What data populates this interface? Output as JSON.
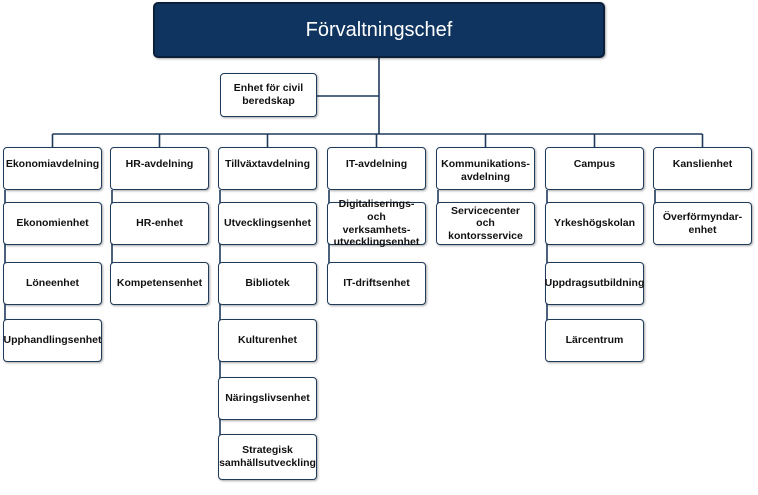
{
  "chief": "Förvaltningschef",
  "staff": "Enhet för civil\nberedskap",
  "departments": [
    {
      "name": "Ekonomiavdelning",
      "units": [
        "Ekonomienhet",
        "Löneenhet",
        "Upphandlingsenhet"
      ]
    },
    {
      "name": "HR-avdelning",
      "units": [
        "HR-enhet",
        "Kompetensenhet"
      ]
    },
    {
      "name": "Tillväxtavdelning",
      "units": [
        "Utvecklingsenhet",
        "Bibliotek",
        "Kulturenhet",
        "Näringslivsenhet",
        "Strategisk\nsamhällsutveckling"
      ]
    },
    {
      "name": "IT-avdelning",
      "units": [
        "Digitaliserings- och\nverksamhets-\nutvecklingsenhet",
        "IT-driftsenhet"
      ]
    },
    {
      "name": "Kommunikations-\navdelning",
      "units": [
        "Servicecenter och\nkontorsservice"
      ]
    },
    {
      "name": "Campus",
      "units": [
        "Yrkeshögskolan",
        "Uppdragsutbildning",
        "Lärcentrum"
      ]
    },
    {
      "name": "Kanslienhet",
      "units": [
        "Överförmyndar-\nenhet"
      ]
    }
  ],
  "colors": {
    "chief_fill": "#0f3460",
    "line": "#1f3b5c"
  }
}
